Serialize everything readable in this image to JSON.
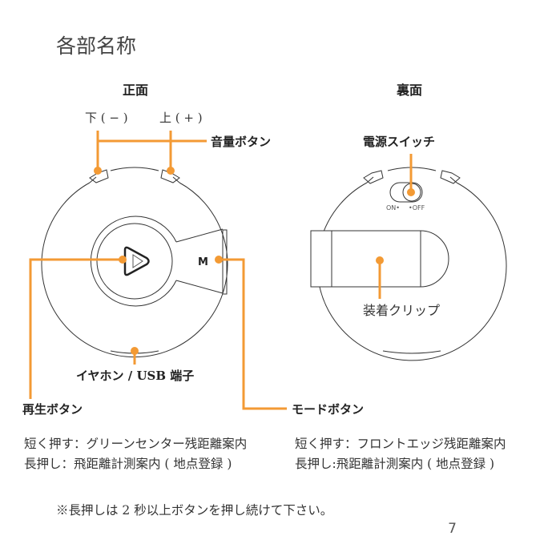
{
  "page_title": "各部名称",
  "front": {
    "heading": "正面",
    "vol_down": "下 ( − )",
    "vol_up": "上 ( + )",
    "volume_buttons": "音量ボタン",
    "m_key": "M",
    "earphone_usb": "イヤホン / USB 端子",
    "play_button": "再生ボタン",
    "mode_button": "モードボタン"
  },
  "back": {
    "heading": "裏面",
    "power_switch": "電源スイッチ",
    "on": "ON•",
    "off": "•OFF",
    "clip": "装着クリップ"
  },
  "descriptions": {
    "play_short": "短く押す：グリーンセンター残距離案内",
    "play_long": "長押し：飛距離計測案内 ( 地点登録 )",
    "mode_short": "短く押す：フロントエッジ残距離案内",
    "mode_long": "長押し:飛距離計測案内 ( 地点登録 )"
  },
  "note": "※長押しは 2 秒以上ボタンを押し続けて下さい。",
  "page_number": "7",
  "colors": {
    "accent": "#f39a34",
    "line": "#333333"
  }
}
